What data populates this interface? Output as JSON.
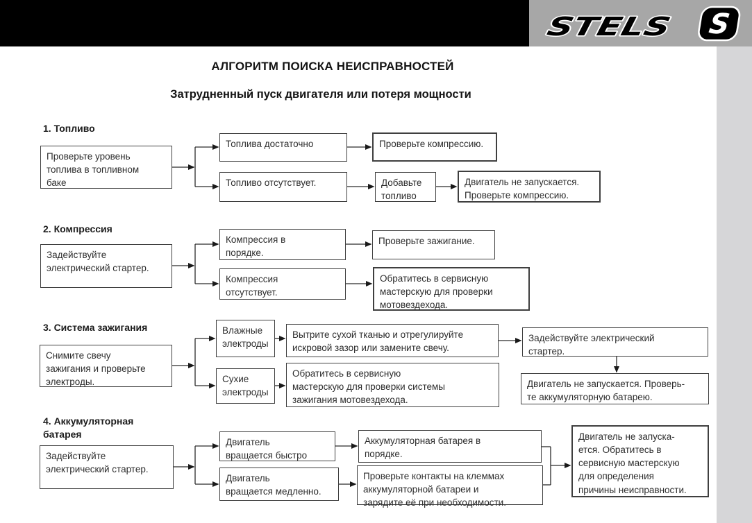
{
  "header": {
    "brand": "STELS",
    "badge": "S"
  },
  "colors": {
    "header_black": "#000000",
    "header_gray": "#a7a7a7",
    "side_strip": "#d6d6d8",
    "box_border": "#3f3f3f",
    "text": "#2d2d2d"
  },
  "page": {
    "title": "АЛГОРИТМ ПОИСКА НЕИСПРАВНОСТЕЙ",
    "subtitle": "Затрудненный пуск двигателя или потеря мощности"
  },
  "flowchart": {
    "sections": [
      {
        "label": "1. Топливо",
        "nodes": {
          "root": "Проверьте уровень\nтоплива в топливном\nбаке",
          "sufficient": "Топлива достаточно",
          "check_compression": "Проверьте компрессию.",
          "absent": "Топливо отсутствует.",
          "add_fuel": "Добавьте\nтопливо",
          "no_start": "Двигатель не запускается.\nПроверьте компрессию."
        }
      },
      {
        "label": "2. Компрессия",
        "nodes": {
          "root": "Задействуйте\nэлектрический стартер.",
          "ok": "Компрессия в\nпорядке.",
          "check_ignition": "Проверьте зажигание.",
          "absent": "Компрессия\nотсутствует.",
          "service": "Обратитесь в сервисную\nмастерскую для проверки\nмотовездехода."
        }
      },
      {
        "label": "3. Система зажигания",
        "nodes": {
          "root": "Снимите свечу\nзажигания и проверьте\nэлектроды.",
          "wet": "Влажные\nэлектроды",
          "wipe": "Вытрите сухой тканью и отрегулируйте\nискровой зазор или замените свечу.",
          "starter": "Задействуйте электрический\nстартер.",
          "no_start": "Двигатель не запускается. Проверь-\nте аккумуляторную батарею.",
          "dry": "Сухие\nэлектроды",
          "service": "Обратитесь в сервисную\nмастерскую для проверки системы\nзажигания мотовездехода."
        }
      },
      {
        "label": "4. Аккумуляторная\nбатарея",
        "nodes": {
          "root": "Задействуйте\nэлектрический стартер.",
          "fast": "Двигатель\nвращается быстро",
          "battery_ok": "Аккумуляторная батарея в\nпорядке.",
          "slow": "Двигатель\nвращается медленно.",
          "check_contacts": "Проверьте контакты на клеммах\nаккумуляторной батареи и\nзарядите её при необходимости.",
          "no_start": "Двигатель не запуска-\nется. Обратитесь в\nсервисную мастерскую\nдля определения\nпричины неисправности."
        }
      }
    ]
  }
}
